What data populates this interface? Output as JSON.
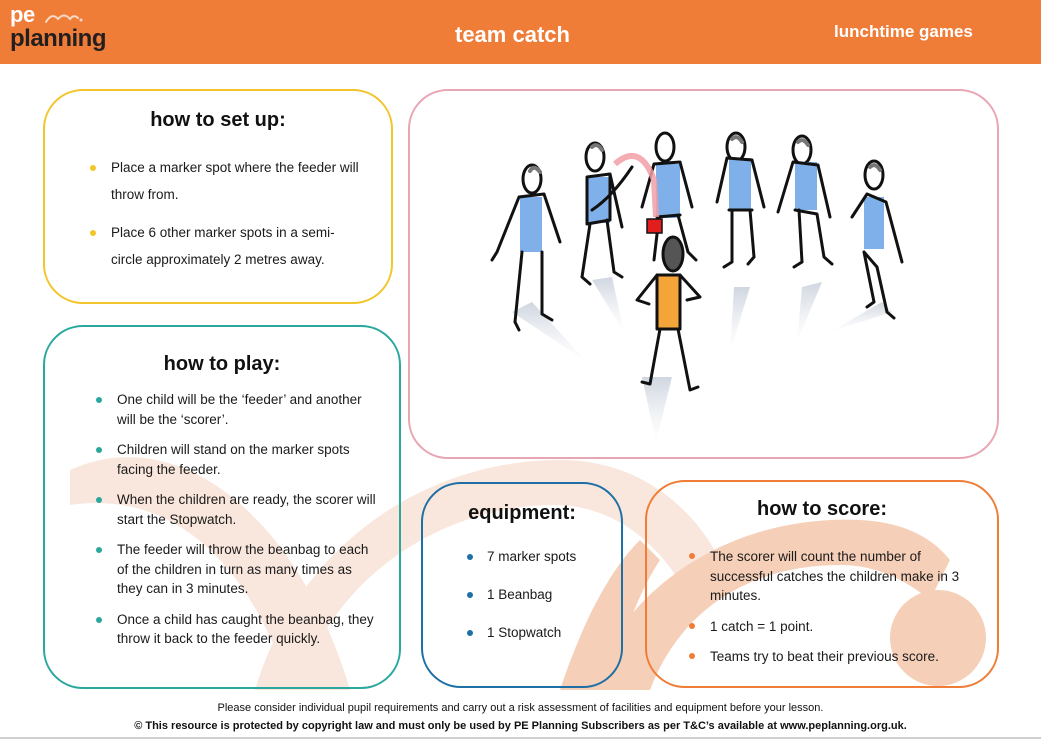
{
  "header": {
    "logo_top": "pe",
    "logo_bottom": "planning",
    "title": "team catch",
    "category": "lunchtime games",
    "color": "#ef7d38"
  },
  "setup": {
    "heading": "how to set up:",
    "items": [
      "Place a marker spot where the feeder will throw from.",
      "Place 6 other marker spots in a semi-circle approximately 2 metres away."
    ],
    "accent": "#f2c52b"
  },
  "play": {
    "heading": "how to play:",
    "items": [
      "One child will be the ‘feeder’ and another will be the ‘scorer’.",
      "Children will stand on the marker spots facing the feeder.",
      "When the children are ready, the scorer will start the Stopwatch.",
      "The feeder will throw the beanbag to each of the children in turn as many times as they can in 3 minutes.",
      "Once a child has caught the beanbag, they throw it back to the feeder quickly."
    ],
    "accent": "#2ba89e"
  },
  "illustration": {
    "description": "Stick-figure drawing: six children in blue tops standing in a semi-circle, a feeder in an orange top in front, a red beanbag arcing between them",
    "player_top_color": "#7fb0ea",
    "feeder_top_color": "#f3a53a",
    "beanbag_color": "#e11d1d",
    "border": "#e8a5b2"
  },
  "equipment": {
    "heading": "equipment:",
    "items": [
      "7 marker spots",
      "1 Beanbag",
      "1 Stopwatch"
    ],
    "accent": "#1d6fa5"
  },
  "score": {
    "heading": "how to score:",
    "items": [
      "The scorer will count the number of successful catches the children make in 3 minutes.",
      "1 catch = 1 point.",
      "Teams try to beat their previous score."
    ],
    "accent": "#ef7d38"
  },
  "footer": {
    "notice": "Please consider individual pupil requirements and carry out a risk assessment of facilities and equipment before your lesson.",
    "copyright": "© This resource is protected by copyright law and must only be used by PE Planning Subscribers as per T&C’s available at www.peplanning.org.uk."
  }
}
